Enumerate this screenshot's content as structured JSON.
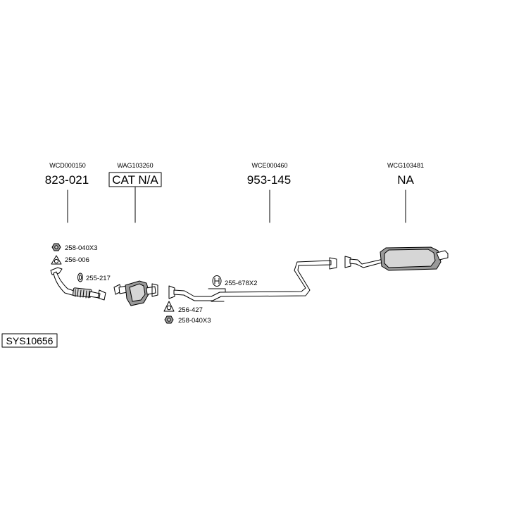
{
  "system_id": "SYS10656",
  "sections": [
    {
      "ref_code": "WCD000150",
      "part_number": "823-021",
      "boxed": false
    },
    {
      "ref_code": "WAG103260",
      "part_number": "CAT N/A",
      "boxed": true
    },
    {
      "ref_code": "WCE000460",
      "part_number": "953-145",
      "boxed": false
    },
    {
      "ref_code": "WCG103481",
      "part_number": "NA",
      "boxed": false
    }
  ],
  "parts": [
    {
      "label": "258-040X3",
      "icon": "nut-icon"
    },
    {
      "label": "256-006",
      "icon": "gasket-triangle-icon"
    },
    {
      "label": "255-217",
      "icon": "spring-icon"
    },
    {
      "label": "255-678X2",
      "icon": "rubber-mount-icon"
    },
    {
      "label": "256-427",
      "icon": "gasket-triangle-icon"
    },
    {
      "label": "258-040X3",
      "icon": "nut-icon"
    }
  ]
}
